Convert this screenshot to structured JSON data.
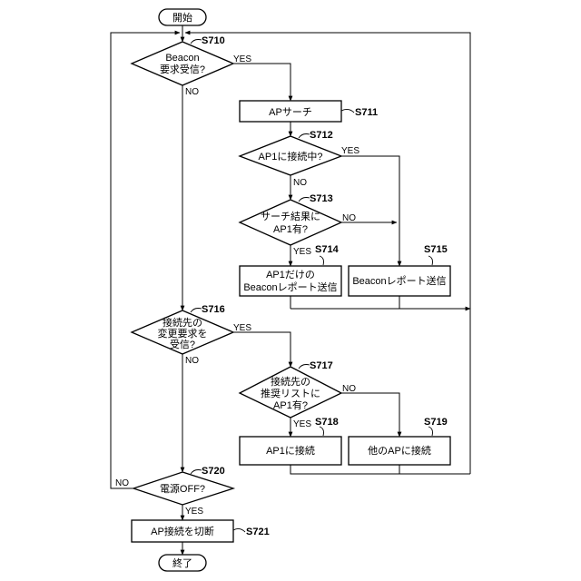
{
  "nodes": {
    "start": {
      "lines": [
        "開始"
      ]
    },
    "s710": {
      "step": "S710",
      "lines": [
        "Beacon",
        "要求受信?"
      ]
    },
    "s711": {
      "step": "S711",
      "lines": [
        "APサーチ"
      ]
    },
    "s712": {
      "step": "S712",
      "lines": [
        "AP1に接続中?"
      ]
    },
    "s713": {
      "step": "S713",
      "lines": [
        "サーチ結果に",
        "AP1有?"
      ]
    },
    "s714": {
      "step": "S714",
      "lines": [
        "AP1だけの",
        "Beaconレポート送信"
      ]
    },
    "s715": {
      "step": "S715",
      "lines": [
        "Beaconレポート送信"
      ]
    },
    "s716": {
      "step": "S716",
      "lines": [
        "接続先の",
        "変更要求を",
        "受信?"
      ]
    },
    "s717": {
      "step": "S717",
      "lines": [
        "接続先の",
        "推奨リストに",
        "AP1有?"
      ]
    },
    "s718": {
      "step": "S718",
      "lines": [
        "AP1に接続"
      ]
    },
    "s719": {
      "step": "S719",
      "lines": [
        "他のAPに接続"
      ]
    },
    "s720": {
      "step": "S720",
      "lines": [
        "電源OFF?"
      ]
    },
    "s721": {
      "step": "S721",
      "lines": [
        "AP接続を切断"
      ]
    },
    "end": {
      "lines": [
        "終了"
      ]
    }
  },
  "edge_labels": {
    "s710_yes": "YES",
    "s710_no": "NO",
    "s712_yes": "YES",
    "s712_no": "NO",
    "s713_no": "NO",
    "s713_yes": "YES",
    "s716_yes": "YES",
    "s716_no": "NO",
    "s717_no": "NO",
    "s717_yes": "YES",
    "s720_no": "NO",
    "s720_yes": "YES"
  }
}
